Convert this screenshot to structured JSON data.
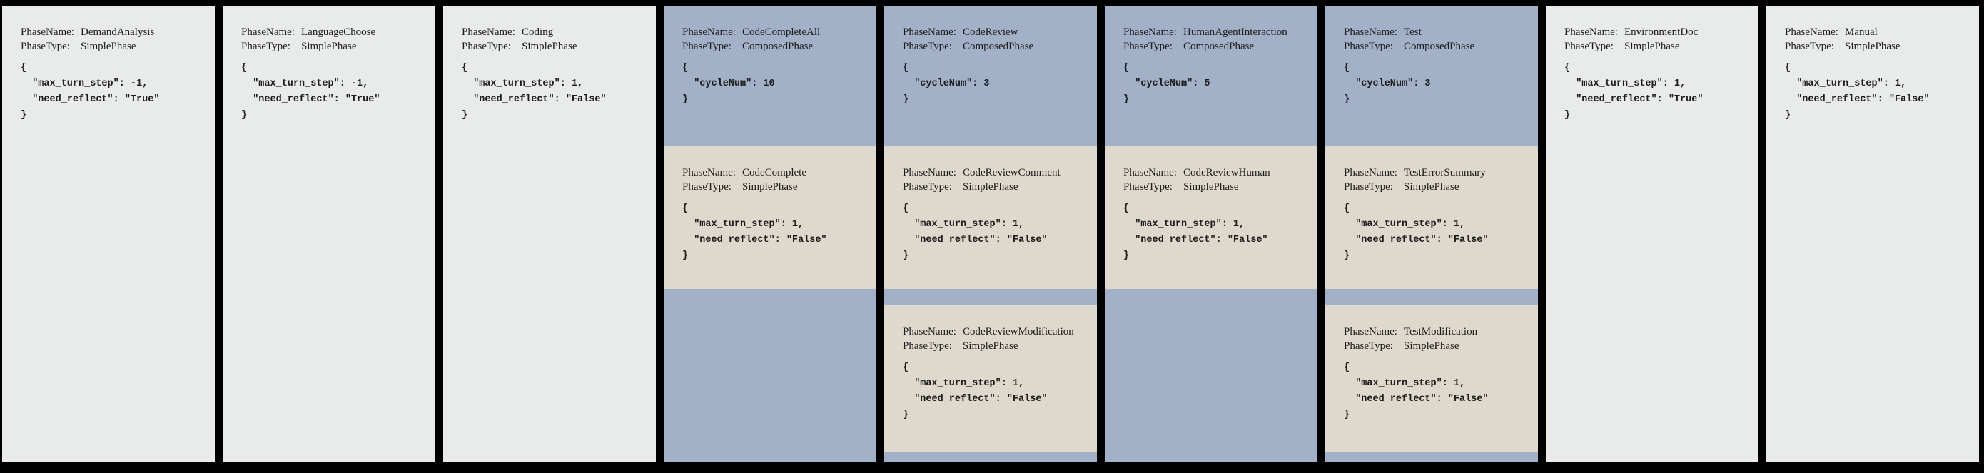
{
  "colors": {
    "background": "#000000",
    "simple_phase_bg": "#e8ebea",
    "composed_phase_bg": "#a3b1c8",
    "sub_phase_bg": "#ded9cc",
    "text": "#1c1c1c"
  },
  "labels": {
    "phase_name": "PhaseName:",
    "phase_type": "PhaseType:"
  },
  "phases": [
    {
      "name": "DemandAnalysis",
      "type": "SimplePhase",
      "config": [
        "{",
        "  \"max_turn_step\": -1,",
        "  \"need_reflect\": \"True\"",
        "}"
      ]
    },
    {
      "name": "LanguageChoose",
      "type": "SimplePhase",
      "config": [
        "{",
        "  \"max_turn_step\": -1,",
        "  \"need_reflect\": \"True\"",
        "}"
      ]
    },
    {
      "name": "Coding",
      "type": "SimplePhase",
      "config": [
        "{",
        "  \"max_turn_step\": 1,",
        "  \"need_reflect\": \"False\"",
        "}"
      ]
    },
    {
      "name": "CodeCompleteAll",
      "type": "ComposedPhase",
      "config": [
        "{",
        "  \"cycleNum\": 10",
        "}"
      ],
      "sub_phases": [
        {
          "name": "CodeComplete",
          "type": "SimplePhase",
          "config": [
            "{",
            "  \"max_turn_step\": 1,",
            "  \"need_reflect\": \"False\"",
            "}"
          ]
        }
      ]
    },
    {
      "name": "CodeReview",
      "type": "ComposedPhase",
      "config": [
        "{",
        "  \"cycleNum\": 3",
        "}"
      ],
      "sub_phases": [
        {
          "name": "CodeReviewComment",
          "type": "SimplePhase",
          "config": [
            "{",
            "  \"max_turn_step\": 1,",
            "  \"need_reflect\": \"False\"",
            "}"
          ]
        },
        {
          "name": "CodeReviewModification",
          "type": "SimplePhase",
          "config": [
            "{",
            "  \"max_turn_step\": 1,",
            "  \"need_reflect\": \"False\"",
            "}"
          ]
        }
      ]
    },
    {
      "name": "HumanAgentInteraction",
      "type": "ComposedPhase",
      "config": [
        "{",
        "  \"cycleNum\": 5",
        "}"
      ],
      "sub_phases": [
        {
          "name": "CodeReviewHuman",
          "type": "SimplePhase",
          "config": [
            "{",
            "  \"max_turn_step\": 1,",
            "  \"need_reflect\": \"False\"",
            "}"
          ]
        }
      ]
    },
    {
      "name": "Test",
      "type": "ComposedPhase",
      "config": [
        "{",
        "  \"cycleNum\": 3",
        "}"
      ],
      "sub_phases": [
        {
          "name": "TestErrorSummary",
          "type": "SimplePhase",
          "config": [
            "{",
            "  \"max_turn_step\": 1,",
            "  \"need_reflect\": \"False\"",
            "}"
          ]
        },
        {
          "name": "TestModification",
          "type": "SimplePhase",
          "config": [
            "{",
            "  \"max_turn_step\": 1,",
            "  \"need_reflect\": \"False\"",
            "}"
          ]
        }
      ]
    },
    {
      "name": "EnvironmentDoc",
      "type": "SimplePhase",
      "config": [
        "{",
        "  \"max_turn_step\": 1,",
        "  \"need_reflect\": \"True\"",
        "}"
      ]
    },
    {
      "name": "Manual",
      "type": "SimplePhase",
      "config": [
        "{",
        "  \"max_turn_step\": 1,",
        "  \"need_reflect\": \"False\"",
        "}"
      ]
    }
  ]
}
